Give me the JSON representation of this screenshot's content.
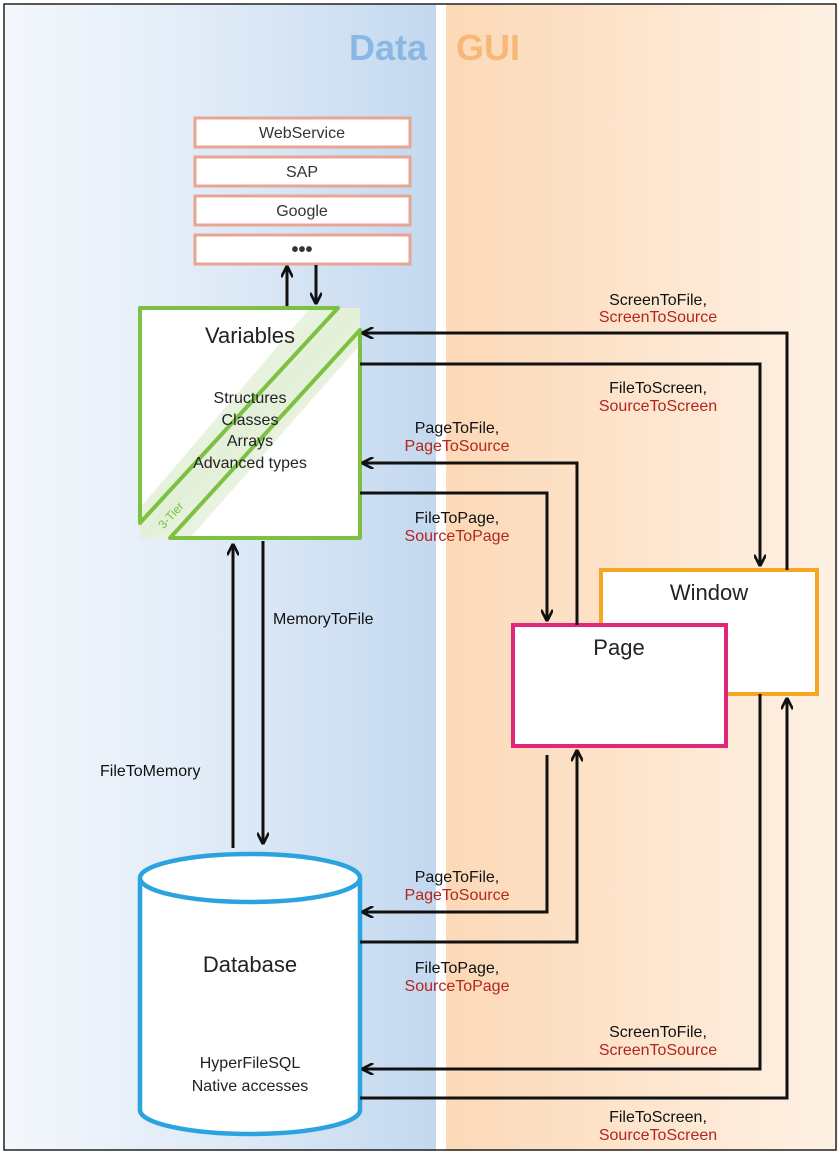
{
  "columns": {
    "data": "Data",
    "gui": "GUI"
  },
  "colors": {
    "data_bg": "#d4e3f4",
    "gui_bg": "#fde5cc",
    "data_title": "#8ab8e2",
    "gui_title": "#f6b877",
    "red_text": "#b3261e",
    "variables_green": "#7cc142",
    "database_blue": "#2aa3df",
    "page_magenta": "#e2267a",
    "window_orange": "#f5a623",
    "source_pink": "#e8a594"
  },
  "sources": [
    "WebService",
    "SAP",
    "Google",
    "•••"
  ],
  "variables": {
    "title": "Variables",
    "items": [
      "Structures",
      "Classes",
      "Arrays",
      "Advanced types"
    ],
    "tier": "3-Tier"
  },
  "window": {
    "title": "Window"
  },
  "page": {
    "title": "Page"
  },
  "database": {
    "title": "Database",
    "items": [
      "HyperFileSQL",
      "Native accesses"
    ]
  },
  "links": {
    "memory_to_file": "MemoryToFile",
    "file_to_memory": "FileToMemory",
    "var_screen_to_file": {
      "primary": "ScreenToFile,",
      "secondary": "ScreenToSource"
    },
    "var_file_to_screen": {
      "primary": "FileToScreen,",
      "secondary": "SourceToScreen"
    },
    "var_page_to_file": {
      "primary": "PageToFile,",
      "secondary": "PageToSource"
    },
    "var_file_to_page": {
      "primary": "FileToPage,",
      "secondary": "SourceToPage"
    },
    "db_page_to_file": {
      "primary": "PageToFile,",
      "secondary": "PageToSource"
    },
    "db_file_to_page": {
      "primary": "FileToPage,",
      "secondary": "SourceToPage"
    },
    "db_screen_to_file": {
      "primary": "ScreenToFile,",
      "secondary": "ScreenToSource"
    },
    "db_file_to_screen": {
      "primary": "FileToScreen,",
      "secondary": "SourceToScreen"
    }
  }
}
